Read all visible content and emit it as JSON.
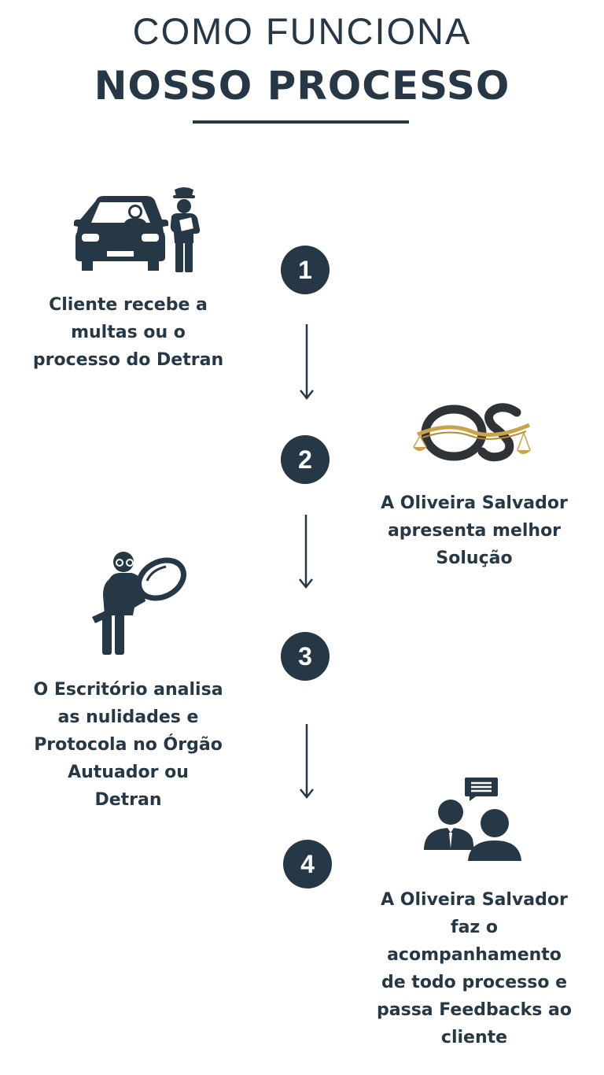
{
  "header": {
    "title_top": "COMO FUNCIONA",
    "title_main": "NOSSO PROCESSO"
  },
  "colors": {
    "primary": "#263746",
    "gold": "#c9a24a",
    "background": "#ffffff"
  },
  "steps": [
    {
      "number": "1",
      "icon": "car-police-officer-icon",
      "lines": [
        "Cliente recebe a",
        "multas ou o",
        "processo do Detran"
      ]
    },
    {
      "number": "2",
      "icon": "oliveira-salvador-logo",
      "lines": [
        "A Oliveira Salvador",
        "apresenta melhor",
        "Solução"
      ]
    },
    {
      "number": "3",
      "icon": "person-magnifying-glass-icon",
      "lines": [
        "O Escritório analisa",
        "as nulidades e",
        "Protocola no Órgão",
        "Autuador ou",
        "Detran"
      ]
    },
    {
      "number": "4",
      "icon": "meeting-chat-icon",
      "lines": [
        "A Oliveira Salvador",
        "faz o",
        "acompanhamento",
        "de todo processo e",
        "passa Feedbacks ao",
        "cliente"
      ]
    }
  ]
}
